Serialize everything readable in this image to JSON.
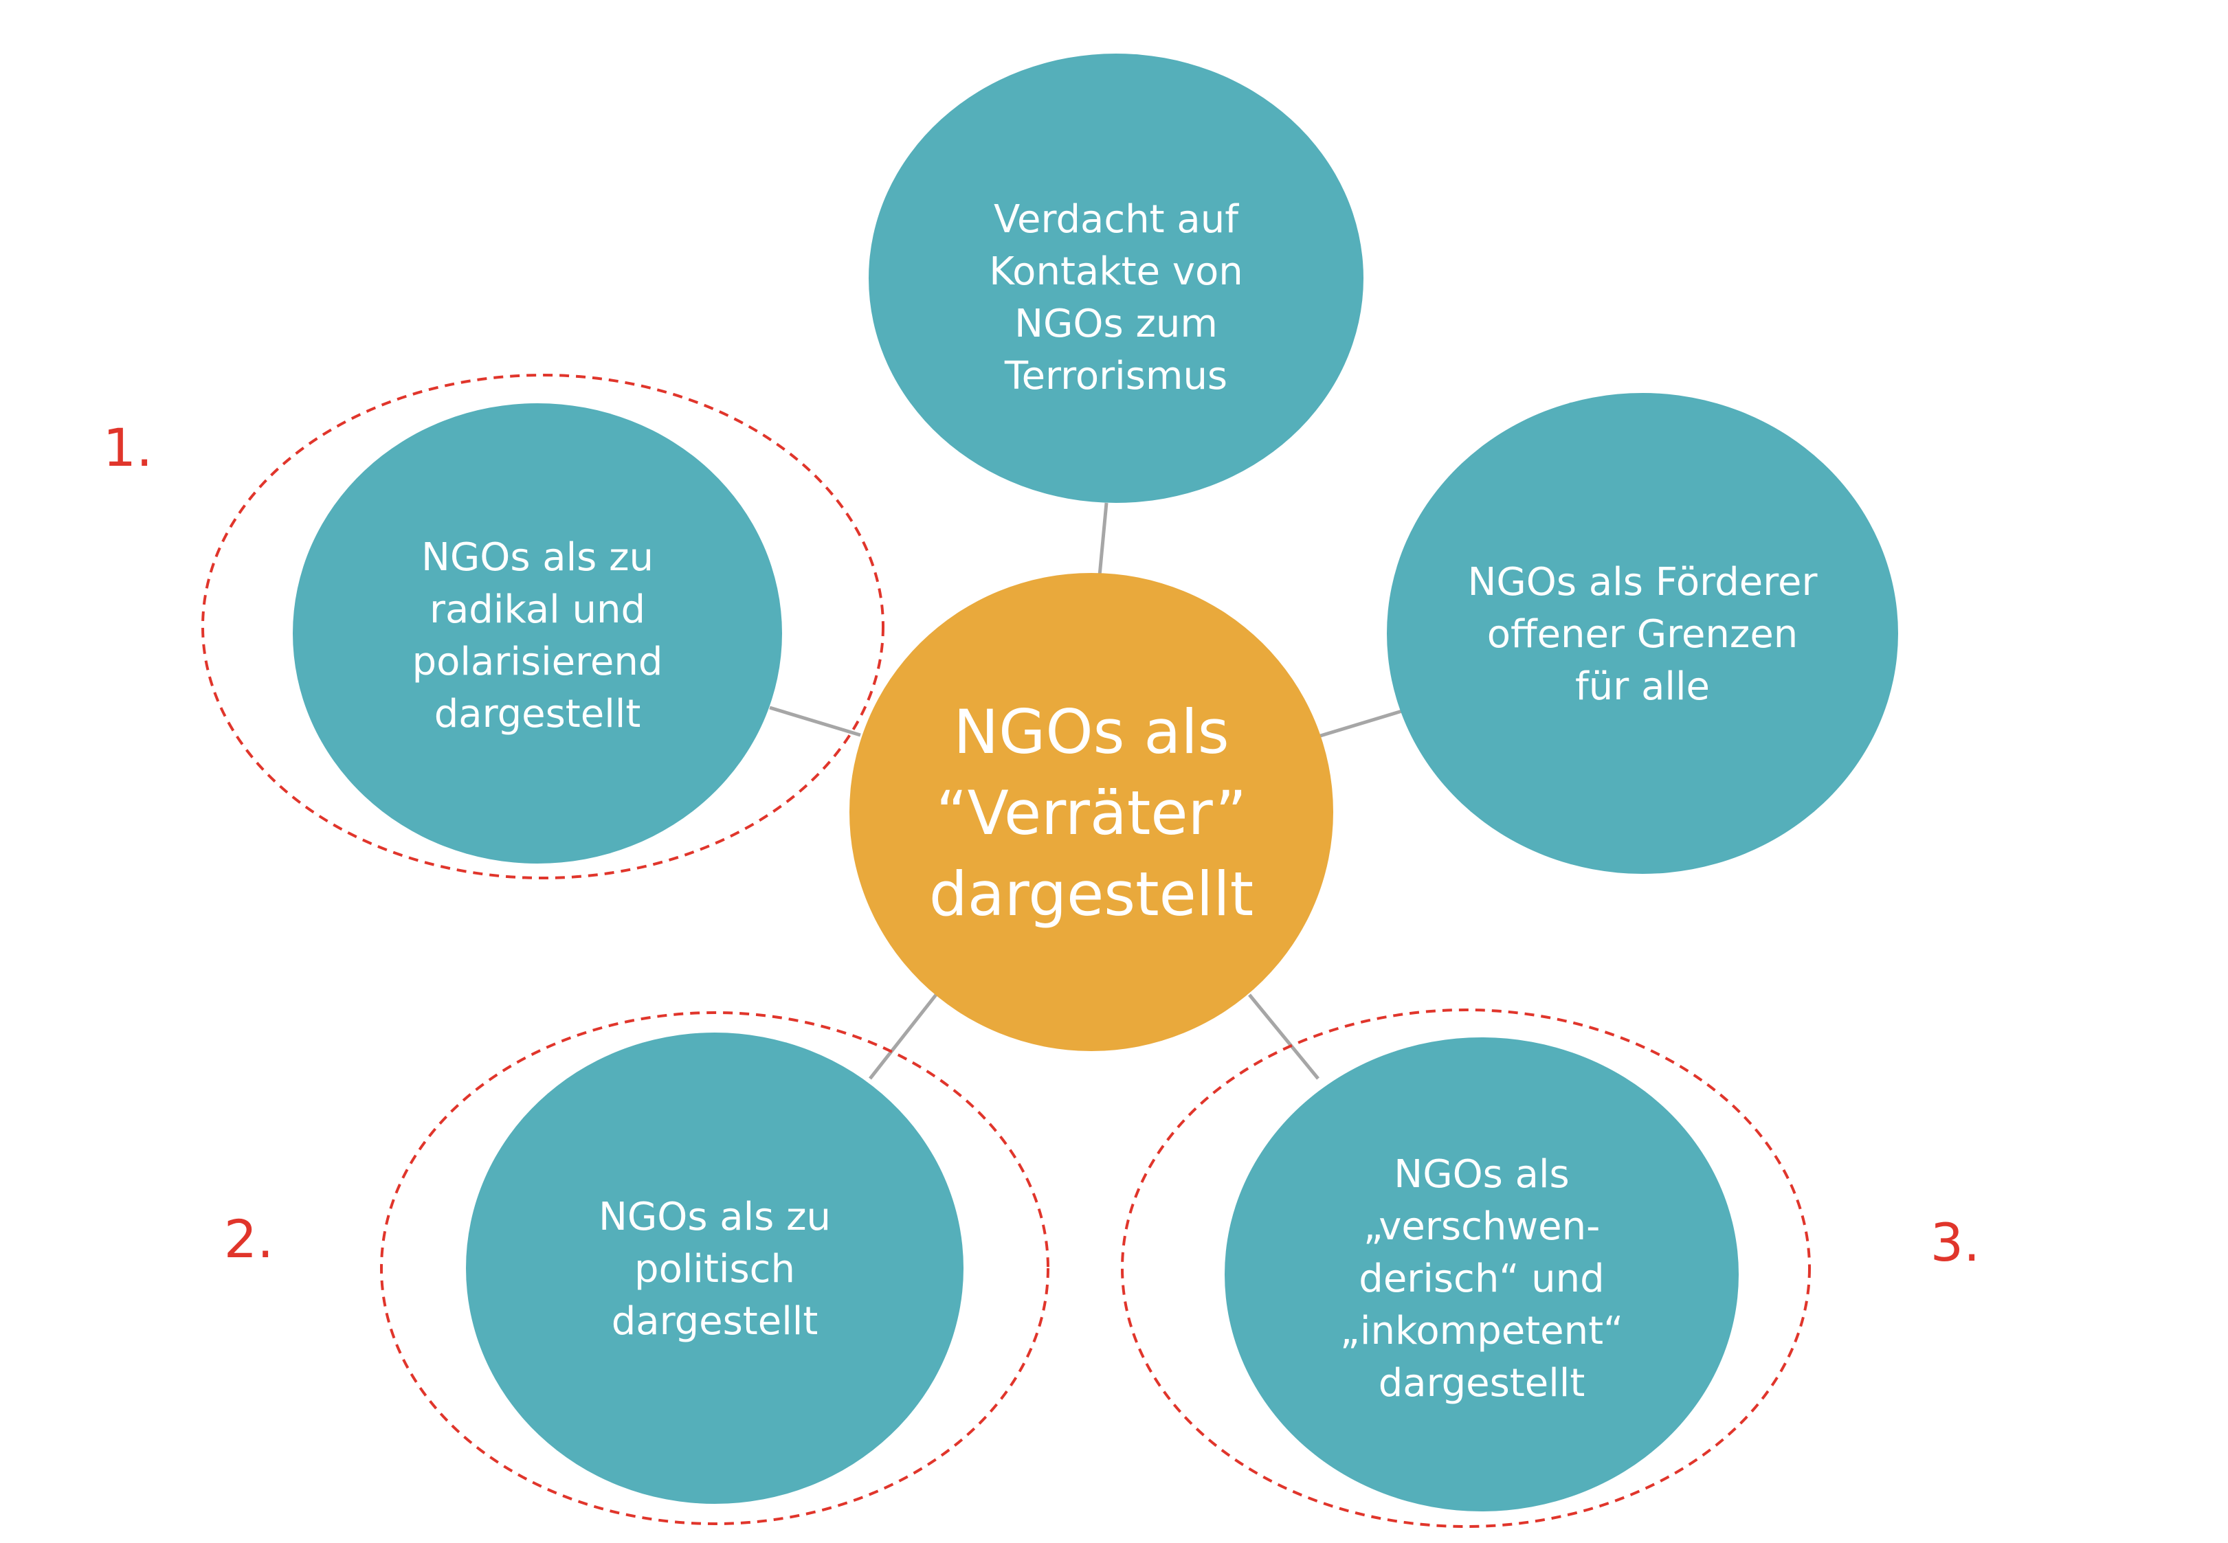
{
  "colors": {
    "teal": "#55AFBA",
    "orange": "#E9A93C",
    "connector": "#A6A6A6",
    "dashed_outline": "#E0352B",
    "number_red": "#E0352B",
    "text": "#FFFFFF"
  },
  "center": {
    "lines": [
      "NGOs als",
      "“Verräter”",
      "dargestellt"
    ]
  },
  "nodes": {
    "top": {
      "lines": [
        "Verdacht auf",
        "Kontakte von",
        "NGOs zum",
        "Terrorismus"
      ]
    },
    "left": {
      "lines": [
        "NGOs als zu",
        "radikal und",
        "polarisierend",
        "dargestellt"
      ]
    },
    "right": {
      "lines": [
        "NGOs als Förderer",
        "offener Grenzen",
        "für alle"
      ]
    },
    "bottom_left": {
      "lines": [
        "NGOs als zu",
        "politisch",
        "dargestellt"
      ]
    },
    "bottom_right": {
      "lines": [
        "NGOs als",
        "„verschwen-",
        "derisch“ und",
        "„inkompetent“",
        "dargestellt"
      ]
    }
  },
  "group_labels": {
    "first": "1.",
    "second": "2.",
    "third": "3."
  }
}
